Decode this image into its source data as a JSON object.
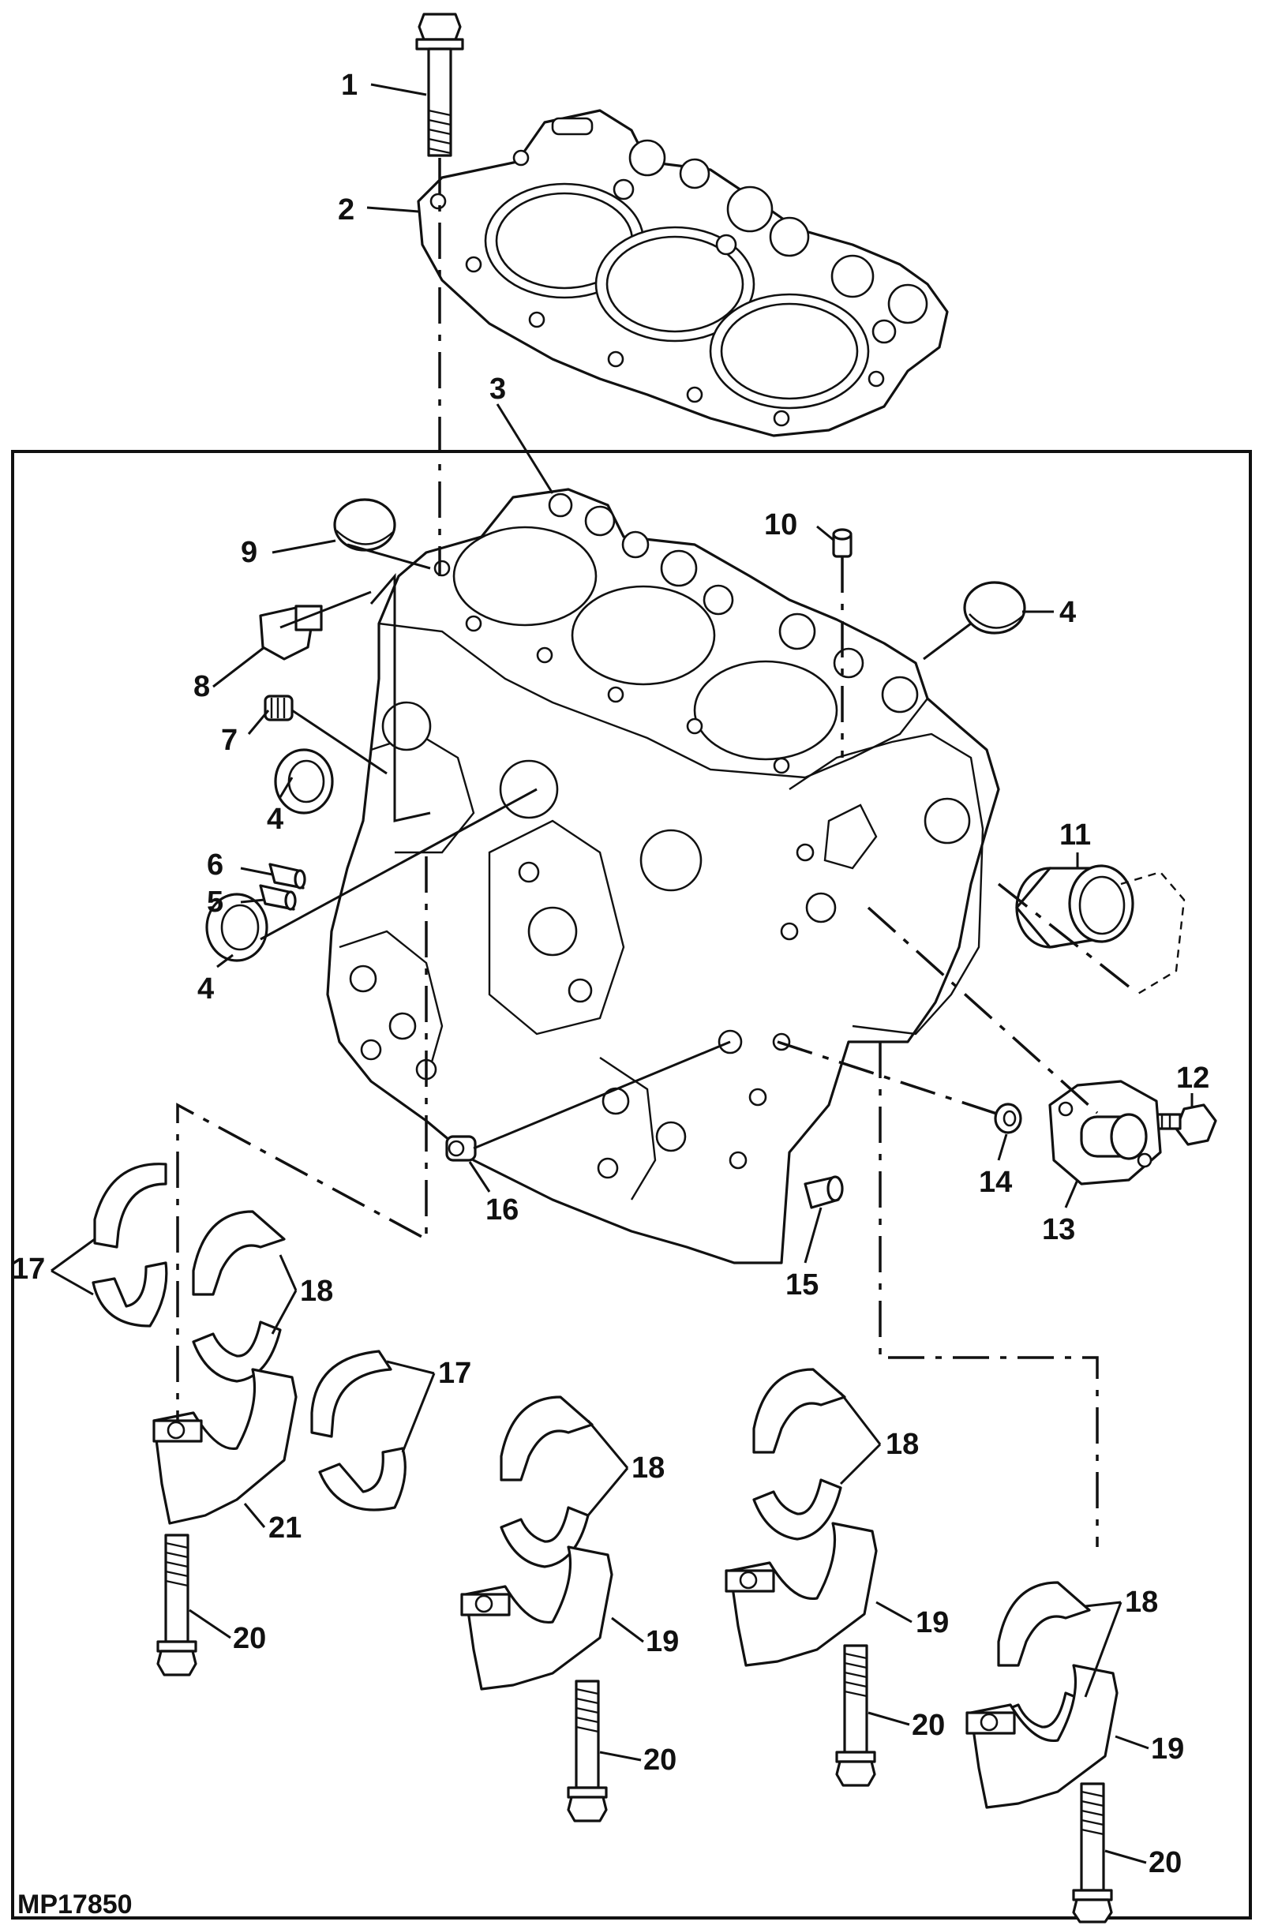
{
  "figure_id": "MP17850",
  "callouts": [
    {
      "id": "c1",
      "text": "1"
    },
    {
      "id": "c2",
      "text": "2"
    },
    {
      "id": "c3",
      "text": "3"
    },
    {
      "id": "c4a",
      "text": "4"
    },
    {
      "id": "c4b",
      "text": "4"
    },
    {
      "id": "c4c",
      "text": "4"
    },
    {
      "id": "c5",
      "text": "5"
    },
    {
      "id": "c6",
      "text": "6"
    },
    {
      "id": "c7",
      "text": "7"
    },
    {
      "id": "c8",
      "text": "8"
    },
    {
      "id": "c9",
      "text": "9"
    },
    {
      "id": "c10",
      "text": "10"
    },
    {
      "id": "c11",
      "text": "11"
    },
    {
      "id": "c12",
      "text": "12"
    },
    {
      "id": "c13",
      "text": "13"
    },
    {
      "id": "c14",
      "text": "14"
    },
    {
      "id": "c15",
      "text": "15"
    },
    {
      "id": "c16",
      "text": "16"
    },
    {
      "id": "c17a",
      "text": "17"
    },
    {
      "id": "c17b",
      "text": "17"
    },
    {
      "id": "c18a",
      "text": "18"
    },
    {
      "id": "c18b",
      "text": "18"
    },
    {
      "id": "c18c",
      "text": "18"
    },
    {
      "id": "c18d",
      "text": "18"
    },
    {
      "id": "c19a",
      "text": "19"
    },
    {
      "id": "c19b",
      "text": "19"
    },
    {
      "id": "c19c",
      "text": "19"
    },
    {
      "id": "c20a",
      "text": "20"
    },
    {
      "id": "c20b",
      "text": "20"
    },
    {
      "id": "c20c",
      "text": "20"
    },
    {
      "id": "c20d",
      "text": "20"
    },
    {
      "id": "c21",
      "text": "21"
    }
  ]
}
